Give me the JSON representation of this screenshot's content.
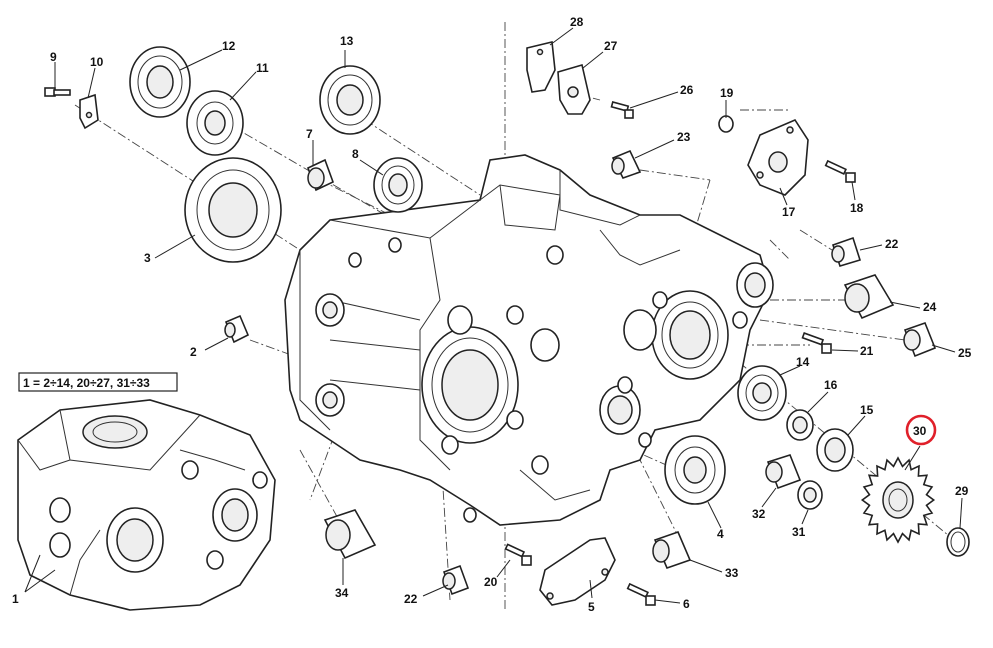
{
  "formula": "1 = 2÷14, 20÷27, 31÷33",
  "highlight_color": "#e0202a",
  "highlighted_part": "30",
  "labels": {
    "p1": "1",
    "p2": "2",
    "p3": "3",
    "p4": "4",
    "p5": "5",
    "p6": "6",
    "p7": "7",
    "p8": "8",
    "p9": "9",
    "p10": "10",
    "p11": "11",
    "p12": "12",
    "p13": "13",
    "p14": "14",
    "p15": "15",
    "p16": "16",
    "p17": "17",
    "p18": "18",
    "p19": "19",
    "p20": "20",
    "p21": "21",
    "p22a": "22",
    "p22b": "22",
    "p23": "23",
    "p24": "24",
    "p25": "25",
    "p26": "26",
    "p27": "27",
    "p28": "28",
    "p29": "29",
    "p30": "30",
    "p31": "31",
    "p32": "32",
    "p33": "33",
    "p34": "34"
  }
}
